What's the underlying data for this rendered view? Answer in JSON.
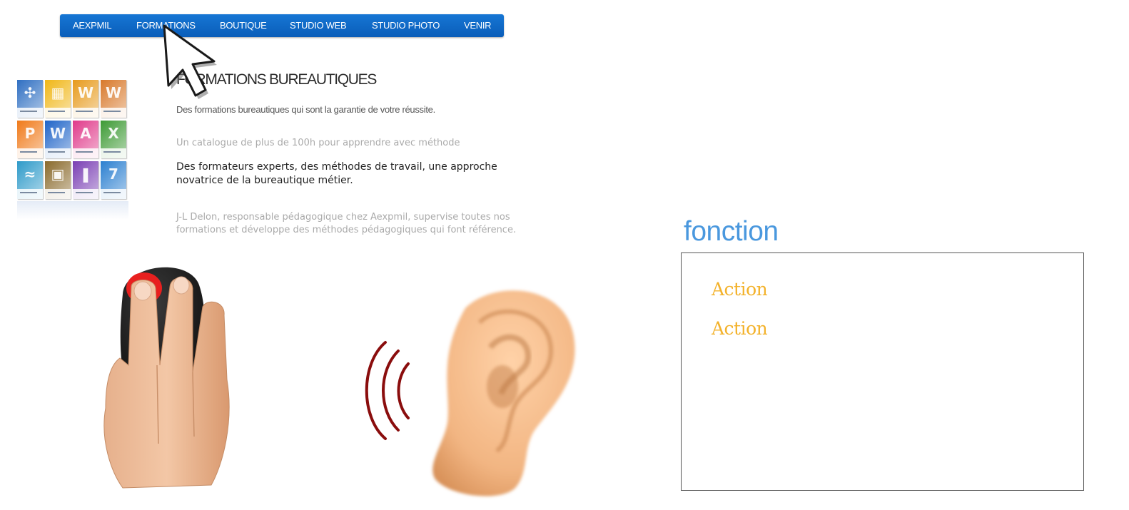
{
  "nav": {
    "items": [
      {
        "label": "AEXPMIL"
      },
      {
        "label": "FORMATIONS"
      },
      {
        "label": "BOUTIQUE"
      },
      {
        "label": "STUDIO WEB"
      },
      {
        "label": "STUDIO PHOTO"
      },
      {
        "label": "VENIR"
      }
    ],
    "bar_color": "#0a64c6"
  },
  "book_covers": [
    {
      "color": "#2f6fc2",
      "icon": "puzzle-icon"
    },
    {
      "color": "#f0b616",
      "icon": "office-icon"
    },
    {
      "color": "#e79a1c",
      "icon": "office-letters-icon"
    },
    {
      "color": "#d8782a",
      "icon": "office-letters-icon"
    },
    {
      "color": "#f07a1a",
      "icon": "powerpoint-icon"
    },
    {
      "color": "#1f64c8",
      "icon": "word-icon"
    },
    {
      "color": "#e03a8a",
      "icon": "access-icon"
    },
    {
      "color": "#3d9a34",
      "icon": "excel-icon"
    },
    {
      "color": "#2e9ac9",
      "icon": "wave-icon"
    },
    {
      "color": "#8a6a2c",
      "icon": "computer-icon"
    },
    {
      "color": "#7a3fb4",
      "icon": "books-icon"
    },
    {
      "color": "#2b7fd0",
      "icon": "windows7-icon"
    }
  ],
  "article": {
    "title": "FORMATIONS BUREAUTIQUES",
    "intro": "Des formations bureautiques qui sont la garantie de votre réussite.",
    "catalogue": "Un catalogue de plus de 100h pour apprendre avec méthode",
    "experts": "Des formateurs experts, des méthodes de travail, une approche novatrice de la bureautique métier.",
    "delon": "J-L Delon, responsable pédagogique chez Aexpmil, supervise toutes nos formations et développe des méthodes pédagogiques qui font référence."
  },
  "illustrations": {
    "pointer": "arrow-cursor-icon",
    "hand": "hand-clicking-mouse-icon",
    "waves": "sound-waves-icon",
    "ear": "ear-icon"
  },
  "fonction": {
    "label": "fonction",
    "actions": [
      "Action",
      "Action"
    ],
    "label_color": "#4a98de",
    "action_color": "#f3b22b"
  }
}
